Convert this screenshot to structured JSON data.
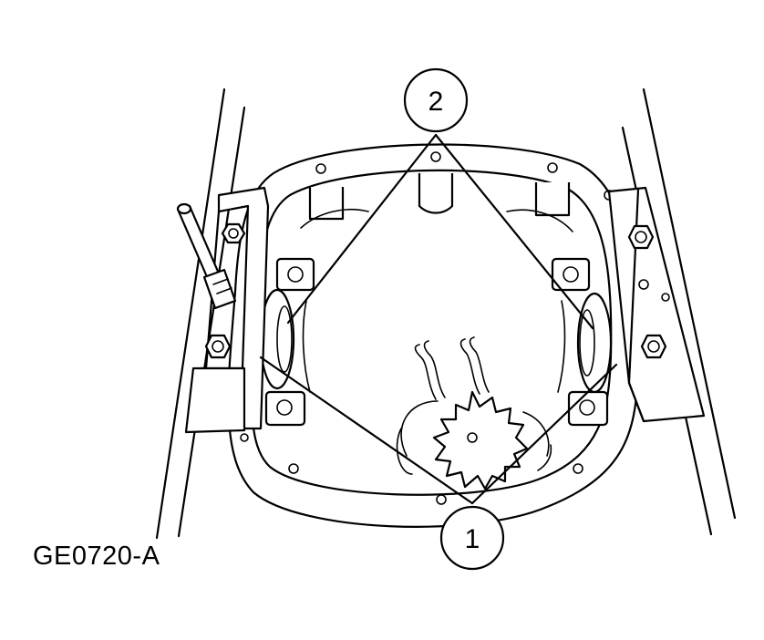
{
  "figure": {
    "id": "GE0720-A"
  },
  "callouts": [
    {
      "number": "1"
    },
    {
      "number": "2"
    }
  ]
}
